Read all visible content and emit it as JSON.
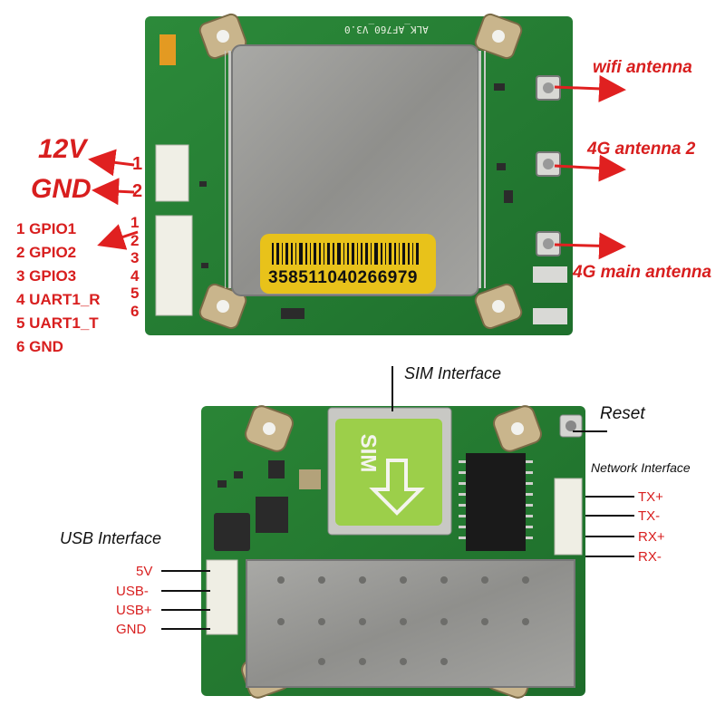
{
  "top_board": {
    "silkscreen": "ALK_AF760_V3.0",
    "barcode_number": "358511040266979",
    "power_labels": [
      {
        "num": "1",
        "text": "12V"
      },
      {
        "num": "2",
        "text": "GND"
      }
    ],
    "gpio_header_numbers": [
      "1",
      "2",
      "3",
      "4",
      "5",
      "6"
    ],
    "gpio_pins": [
      "1 GPIO1",
      "2 GPIO2",
      "3 GPIO3",
      "4 UART1_R",
      "5 UART1_T",
      "6 GND"
    ],
    "antennas": [
      "wifi antenna",
      "4G antenna 2",
      "4G main antenna"
    ]
  },
  "bottom_board": {
    "sim_label": "SIM Interface",
    "sim_card_text": "SIM",
    "reset_label": "Reset",
    "network_label": "Network Interface",
    "network_pins": [
      "TX+",
      "TX-",
      "RX+",
      "RX-"
    ],
    "usb_label": "USB Interface",
    "usb_pins": [
      "5V",
      "USB-",
      "USB+",
      "GND"
    ]
  },
  "colors": {
    "pcb_green": "#1f7a2e",
    "shield_grey": "#9a9a98",
    "label_red": "#d81e1e",
    "arrow_red": "#e02020",
    "barcode_yellow": "#e8c21a"
  }
}
